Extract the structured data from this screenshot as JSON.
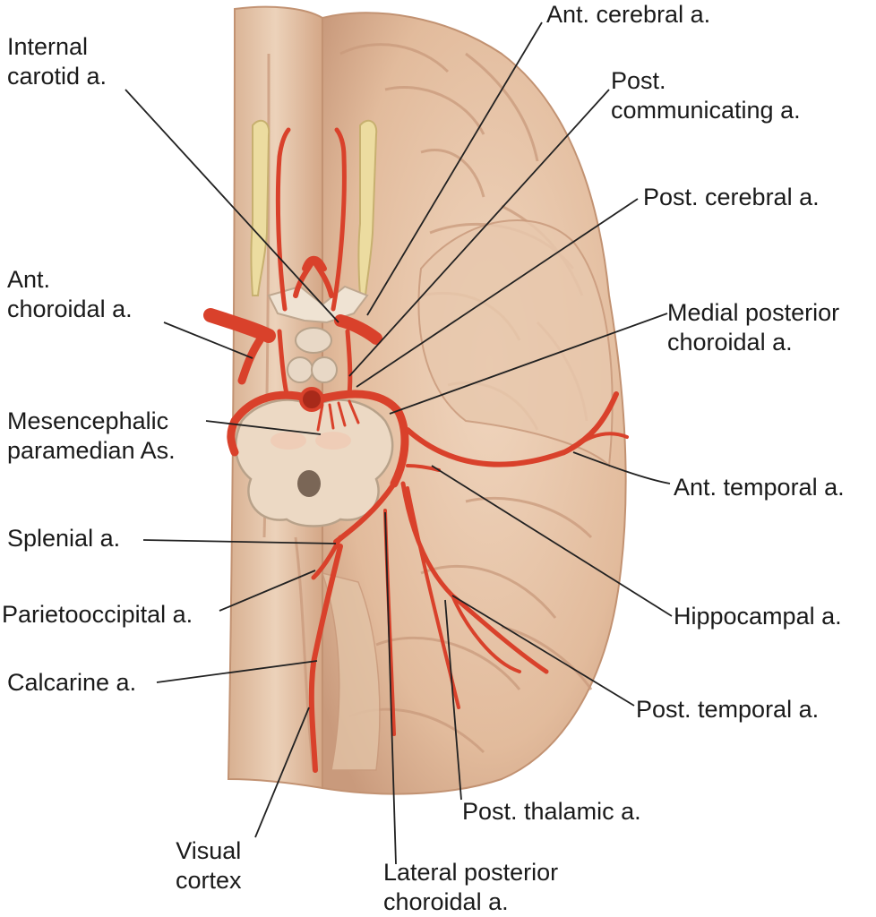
{
  "labels": {
    "internal_carotid": [
      "Internal",
      "carotid a."
    ],
    "ant_cerebral": [
      "Ant. cerebral a."
    ],
    "post_communicating": [
      "Post.",
      "communicating a."
    ],
    "post_cerebral": [
      "Post. cerebral a."
    ],
    "ant_choroidal": [
      "Ant.",
      "choroidal a."
    ],
    "medial_posterior_choroidal": [
      "Medial posterior",
      "choroidal a."
    ],
    "mesencephalic_paramedian": [
      "Mesencephalic",
      "paramedian As."
    ],
    "ant_temporal": [
      "Ant. temporal a."
    ],
    "splenial": [
      "Splenial a."
    ],
    "parietooccipital": [
      "Parietooccipital a."
    ],
    "hippocampal": [
      "Hippocampal a."
    ],
    "calcarine": [
      "Calcarine a."
    ],
    "post_temporal": [
      "Post. temporal a."
    ],
    "post_thalamic": [
      "Post. thalamic a."
    ],
    "visual_cortex": [
      "Visual",
      "cortex"
    ],
    "lateral_posterior_choroidal": [
      "Lateral posterior",
      "choroidal a."
    ]
  },
  "colors": {
    "brain": "#e6c4a7",
    "brain_shadow": "#c99a7c",
    "artery": "#d9412b",
    "artery_dark": "#a82a1a",
    "midbrain": "#ecd9c4",
    "leader": "#222222"
  }
}
